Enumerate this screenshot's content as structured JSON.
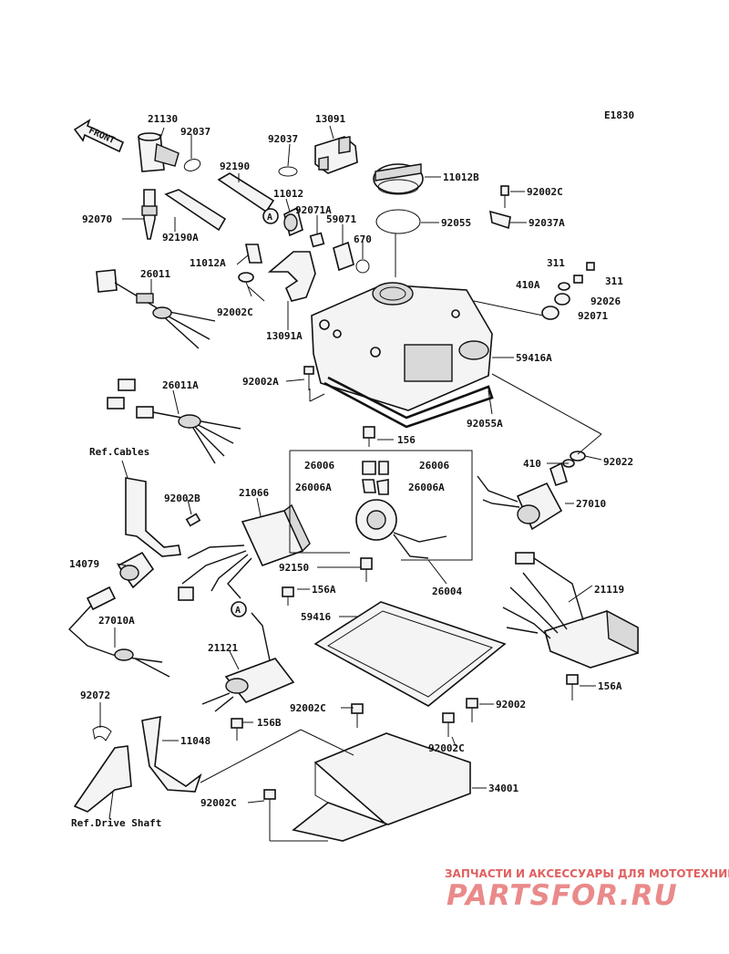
{
  "diagram_code": "E1830",
  "front_label": "FRONT",
  "callouts": {
    "c21130": "21130",
    "c92037": "92037",
    "c92037b": "92037",
    "c13091": "13091",
    "c11012b": "11012B",
    "c92190": "92190",
    "c11012": "11012",
    "c92071a": "92071A",
    "c59071": "59071",
    "c92055": "92055",
    "c92002c_tr": "92002C",
    "c92037a": "92037A",
    "c92070": "92070",
    "c92190a": "92190A",
    "c670": "670",
    "c311a": "311",
    "c311b": "311",
    "c410a": "410A",
    "c92026": "92026",
    "c92071": "92071",
    "c11012a": "11012A",
    "c26011": "26011",
    "c92002c_l": "92002C",
    "c13091a": "13091A",
    "c59416a": "59416A",
    "c92002a": "92002A",
    "c26011a": "26011A",
    "c92055a": "92055A",
    "c156": "156",
    "c410": "410",
    "c92022": "92022",
    "c26006a": "26006",
    "c26006b": "26006",
    "c26006a1": "26006A",
    "c26006a2": "26006A",
    "c27010": "27010",
    "c92002b": "92002B",
    "c21066": "21066",
    "c14079": "14079",
    "c92150": "92150",
    "c26004": "26004",
    "c156a1": "156A",
    "c59416": "59416",
    "c21119": "21119",
    "c27010a": "27010A",
    "c21121": "21121",
    "c156a2": "156A",
    "c92072": "92072",
    "c92002c_m": "92002C",
    "c92002": "92002",
    "c156b": "156B",
    "c11048": "11048",
    "c92002c_b": "92002C",
    "c34001": "34001",
    "c92002c_bl": "92002C"
  },
  "circle_markers": {
    "a1": "A",
    "a2": "A"
  },
  "references": {
    "cables": "Ref.Cables",
    "drive_shaft": "Ref.Drive Shaft"
  },
  "watermark": {
    "tagline": "ЗАПЧАСТИ И АКСЕССУАРЫ ДЛЯ МОТОТЕХНИКИ",
    "brand": "PARTSFOR.RU"
  },
  "colors": {
    "line": "#111111",
    "watermark": "#e06060",
    "background": "#ffffff"
  }
}
